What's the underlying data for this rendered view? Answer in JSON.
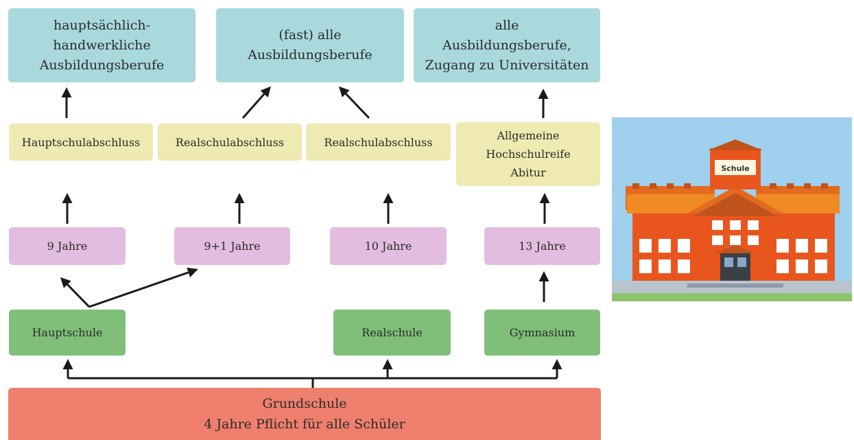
{
  "outcomes": [
    "hauptsächlich-\nhandwerkliche\nAusbildungsberufe",
    "(fast) alle\nAusbildungsberufe",
    "alle\nAusbildungsberufe,\nZugang zu Universitäten"
  ],
  "certificates": [
    "Hauptschulabschluss",
    "Realschulabschluss",
    "Realschulabschluss",
    "Allgemeine\nHochschulreife\nAbitur"
  ],
  "durations": [
    "9 Jahre",
    "9+1 Jahre",
    "10 Jahre",
    "13 Jahre"
  ],
  "schools": [
    "Hauptschule",
    "Realschule",
    "Gymnasium"
  ],
  "base": "Grundschule\n4 Jahre Pflicht für alle Schüler",
  "illustration": {
    "sign": "Schule",
    "icon": "school-building-icon"
  },
  "colors": {
    "outcome": "#a9d9dd",
    "certificate": "#eeeab1",
    "duration": "#e3bde0",
    "school": "#7fbf7a",
    "base": "#ef7f6d",
    "arrow": "#1a1a1a"
  }
}
